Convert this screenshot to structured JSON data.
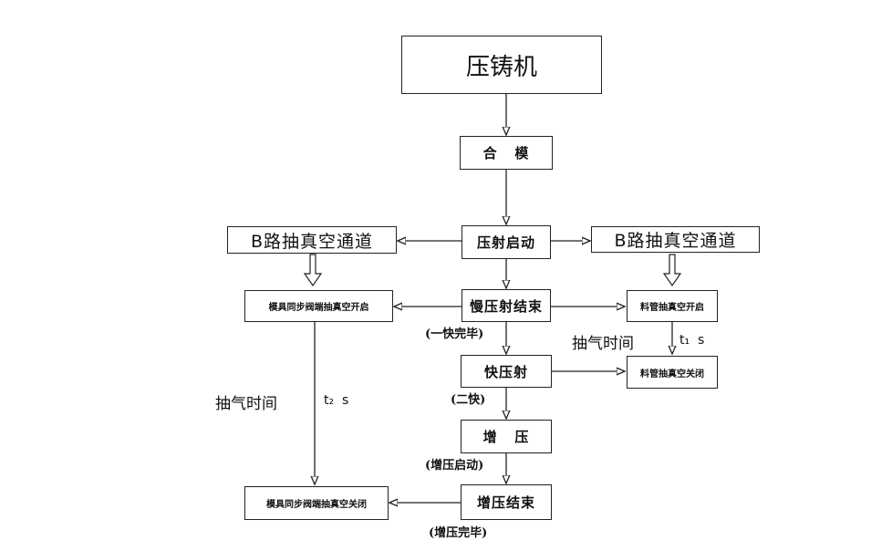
{
  "diagram": {
    "title_box": "压铸机",
    "steps": {
      "close_mold": "合   模",
      "shot_start": "压射启动",
      "slow_shot_end": "慢压射结束",
      "fast_shot": "快压射",
      "boost": "增   压",
      "boost_end": "增压结束"
    },
    "step_notes": {
      "slow_shot_end": "(一快完毕)",
      "fast_shot": "(二快)",
      "boost": "(增压启动)",
      "boost_end": "(增压完毕)"
    },
    "left_branch": {
      "channel": "B路抽真空通道",
      "open": "模具同步阀端抽真空开启",
      "close": "模具同步阀端抽真空关闭",
      "time_label": "抽气时间",
      "time_var": "t₂  s"
    },
    "right_branch": {
      "channel": "B路抽真空通道",
      "open": "料管抽真空开启",
      "close": "料管抽真空关闭",
      "time_label": "抽气时间",
      "time_var": "t₁  s"
    }
  }
}
